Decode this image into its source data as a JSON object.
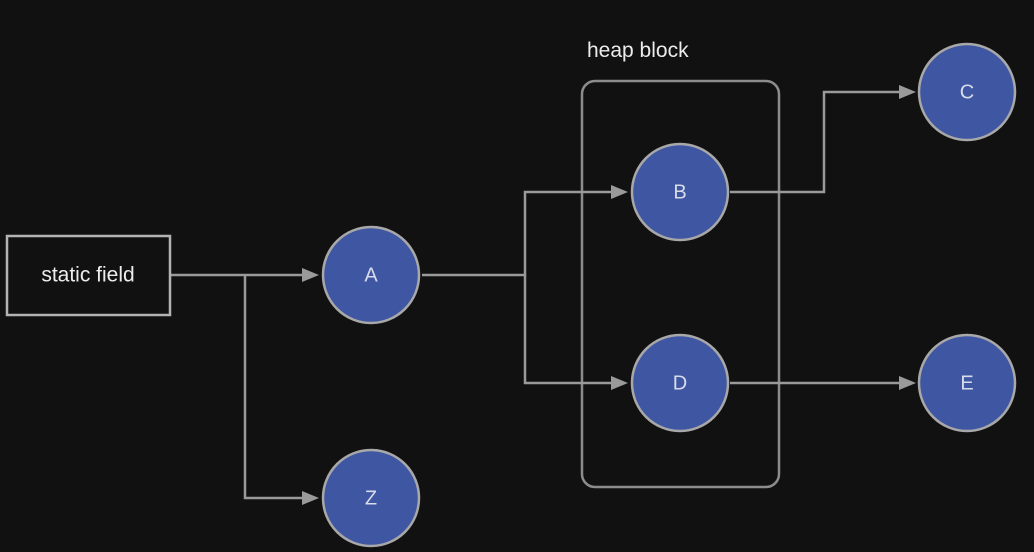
{
  "diagram": {
    "group": {
      "label": "heap block"
    },
    "source": {
      "label": "static field"
    },
    "nodes": {
      "a": "A",
      "b": "B",
      "c": "C",
      "d": "D",
      "e": "E",
      "z": "Z"
    },
    "colors": {
      "background": "#111111",
      "node_fill": "#3f56a2",
      "node_stroke": "#a8a8a8",
      "edge": "#9a9a9a",
      "text": "#ececec"
    }
  }
}
